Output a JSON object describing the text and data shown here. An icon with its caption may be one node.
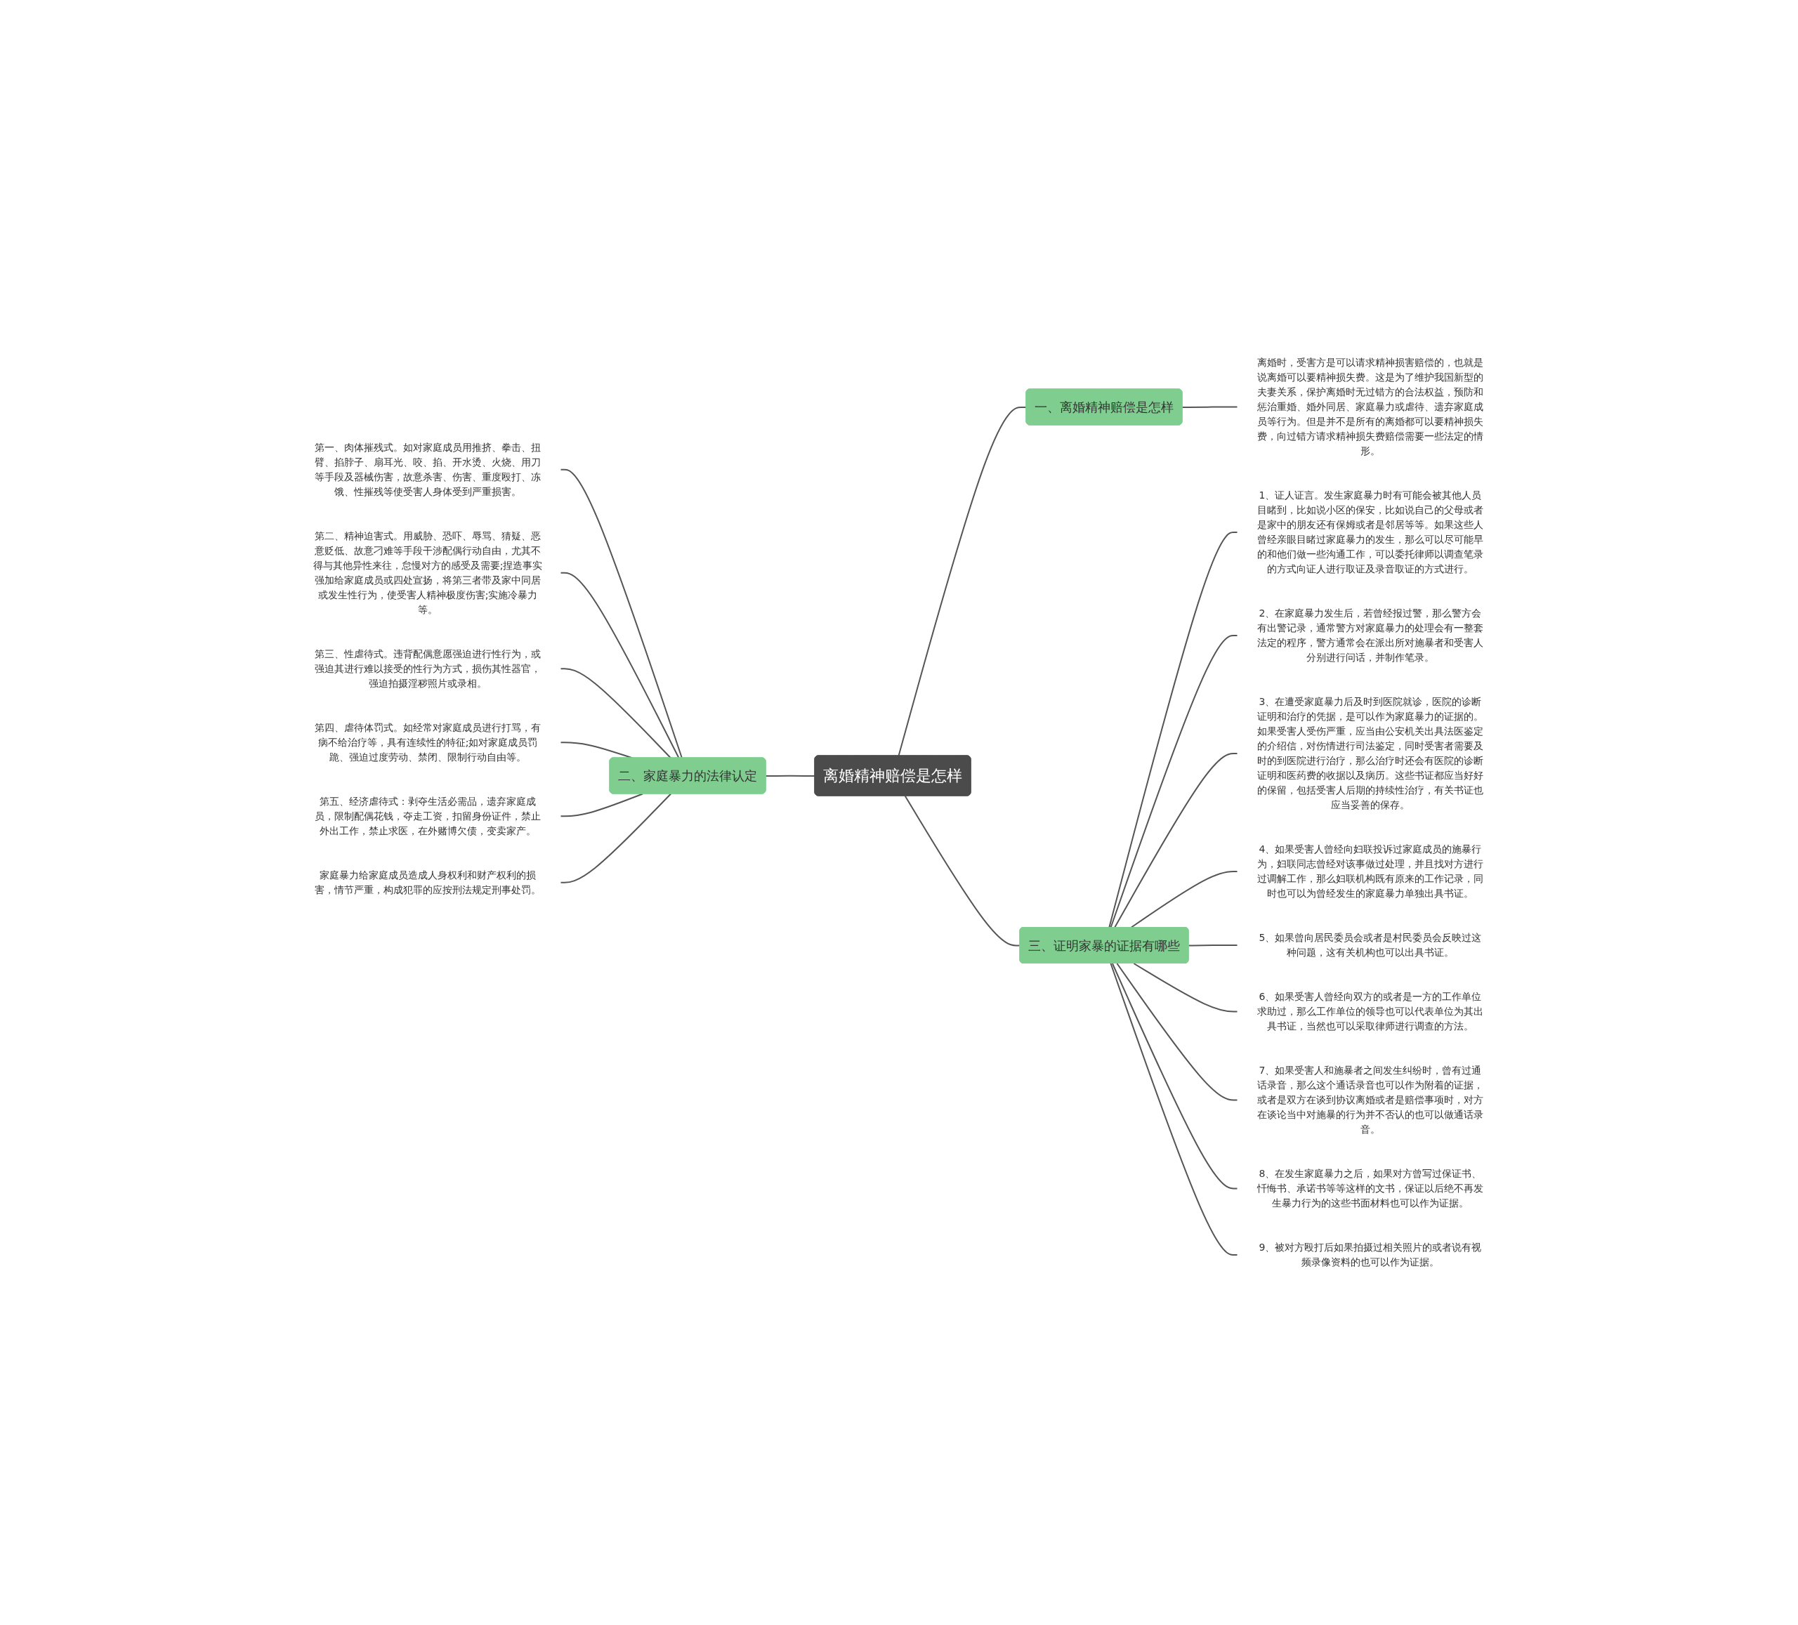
{
  "diagram": {
    "nodes": [
      {
        "text": [
          "离婚精神赔偿是怎样"
        ]
      },
      {
        "text": [
          "一、离婚精神赔偿是怎样"
        ]
      },
      {
        "text": [
          "离婚时，受害方是可以请求精神损害赔偿的，也就是说离婚可以要精神损失费。这是为了维护我国新型的夫妻关系，保护离婚时无过错方的合法权益，预防和惩治重婚、婚外同居、家庭暴力或虐待、遗弃家庭成员等行为。但是并不是所有的离婚都可以要精神损失费，向过错方请求精神损失费赔偿需要一些法定的情形。"
        ]
      },
      {
        "text": [
          "二、家庭暴力的法律认定"
        ]
      },
      {
        "text": [
          "第一、肉体摧残式。如对家庭成员用推挤、拳击、扭臂、掐脖子、扇耳光、咬、掐、开水烫、火烧、用刀等手段及器械伤害，故意杀害、伤害、重度殴打、冻饿、性摧残等使受害人身体受到严重损害。"
        ]
      },
      {
        "text": [
          "第二、精神迫害式。用威胁、恐吓、辱骂、猜疑、恶意贬低、故意刁难等手段干涉配偶行动自由，尤其不得与其他异性来往，怠慢对方的感受及需要;捏造事实强加给家庭成员或四处宣扬，将第三者带及家中同居或发生性行为，使受害人精神极度伤害;实施冷暴力等。"
        ]
      },
      {
        "text": [
          "第三、性虐待式。违背配偶意愿强迫进行性行为，或强迫其进行难以接受的性行为方式，损伤其性器官，强迫拍摄淫秽照片或录相。"
        ]
      },
      {
        "text": [
          "第四、虐待体罚式。如经常对家庭成员进行打骂，有病不给治疗等，具有连续性的特征;如对家庭成员罚跪、强迫过度劳动、禁闭、限制行动自由等。"
        ]
      },
      {
        "text": [
          "第五、经济虐待式：剥夺生活必需品，遗弃家庭成员，限制配偶花钱，夺走工资，扣留身份证件，禁止外出工作，禁止求医，在外赌博欠债，变卖家产。"
        ]
      },
      {
        "text": [
          "家庭暴力给家庭成员造成人身权利和财产权利的损害，情节严重，构成犯罪的应按刑法规定刑事处罚。"
        ]
      },
      {
        "text": [
          "三、证明家暴的证据有哪些"
        ]
      },
      {
        "text": [
          "1、证人证言。发生家庭暴力时有可能会被其他人员目睹到，比如说小区的保安，比如说自己的父母或者是家中的朋友还有保姆或者是邻居等等。如果这些人曾经亲眼目睹过家庭暴力的发生，那么可以尽可能早的和他们做一些沟通工作，可以委托律师以调查笔录的方式向证人进行取证及录音取证的方式进行。"
        ]
      },
      {
        "text": [
          "2、在家庭暴力发生后，若曾经报过警，那么警方会有出警记录，通常警方对家庭暴力的处理会有一整套法定的程序，警方通常会在派出所对施暴者和受害人分别进行问话，并制作笔录。"
        ]
      },
      {
        "text": [
          "3、在遭受家庭暴力后及时到医院就诊，医院的诊断证明和治疗的凭据，是可以作为家庭暴力的证据的。如果受害人受伤严重，应当由公安机关出具法医鉴定的介绍信，对伤情进行司法鉴定，同时受害者需要及时的到医院进行治疗，那么治疗时还会有医院的诊断证明和医药费的收据以及病历。这些书证都应当好好的保留，包括受害人后期的持续性治疗，有关书证也应当妥善的保存。"
        ]
      },
      {
        "text": [
          "4、如果受害人曾经向妇联投诉过家庭成员的施暴行为，妇联同志曾经对该事做过处理，并且找对方进行过调解工作，那么妇联机构既有原来的工作记录，同时也可以为曾经发生的家庭暴力单独出具书证。"
        ]
      },
      {
        "text": [
          "5、如果曾向居民委员会或者是村民委员会反映过这种问题，这有关机构也可以出具书证。"
        ]
      },
      {
        "text": [
          "6、如果受害人曾经向双方的或者是一方的工作单位求助过，那么工作单位的领导也可以代表单位为其出具书证，当然也可以采取律师进行调查的方法。"
        ]
      },
      {
        "text": [
          "7、如果受害人和施暴者之间发生纠纷时，曾有过通话录音，那么这个通话录音也可以作为附着的证据，或者是双方在谈到协议离婚或者是赔偿事项时，对方在谈论当中对施暴的行为并不否认的也可以做通话录音。"
        ]
      },
      {
        "text": [
          "8、在发生家庭暴力之后，如果对方曾写过保证书、忏悔书、承诺书等等这样的文书，保证以后绝不再发生暴力行为的这些书面材料也可以作为证据。"
        ]
      },
      {
        "text": [
          "9、被对方殴打后如果拍摄过相关照片的或者说有视频录像资料的也可以作为证据。"
        ]
      }
    ],
    "edges": [
      {
        "from": 0,
        "to": 1,
        "arrow": "none"
      },
      {
        "from": 1,
        "to": 2,
        "arrow": "none"
      },
      {
        "from": 3,
        "to": 0,
        "arrow": "none"
      },
      {
        "from": 4,
        "to": 3,
        "arrow": "none"
      },
      {
        "from": 5,
        "to": 3,
        "arrow": "none"
      },
      {
        "from": 6,
        "to": 3,
        "arrow": "none"
      },
      {
        "from": 7,
        "to": 3,
        "arrow": "none"
      },
      {
        "from": 8,
        "to": 3,
        "arrow": "none"
      },
      {
        "from": 9,
        "to": 3,
        "arrow": "none"
      },
      {
        "from": 0,
        "to": 10,
        "arrow": "none"
      },
      {
        "from": 10,
        "to": 11,
        "arrow": "none"
      },
      {
        "from": 10,
        "to": 12,
        "arrow": "none"
      },
      {
        "from": 10,
        "to": 13,
        "arrow": "none"
      },
      {
        "from": 10,
        "to": 14,
        "arrow": "none"
      },
      {
        "from": 10,
        "to": 15,
        "arrow": "none"
      },
      {
        "from": 10,
        "to": 16,
        "arrow": "none"
      },
      {
        "from": 10,
        "to": 17,
        "arrow": "none"
      },
      {
        "from": 10,
        "to": 18,
        "arrow": "none"
      },
      {
        "from": 10,
        "to": 19,
        "arrow": "none"
      }
    ]
  }
}
